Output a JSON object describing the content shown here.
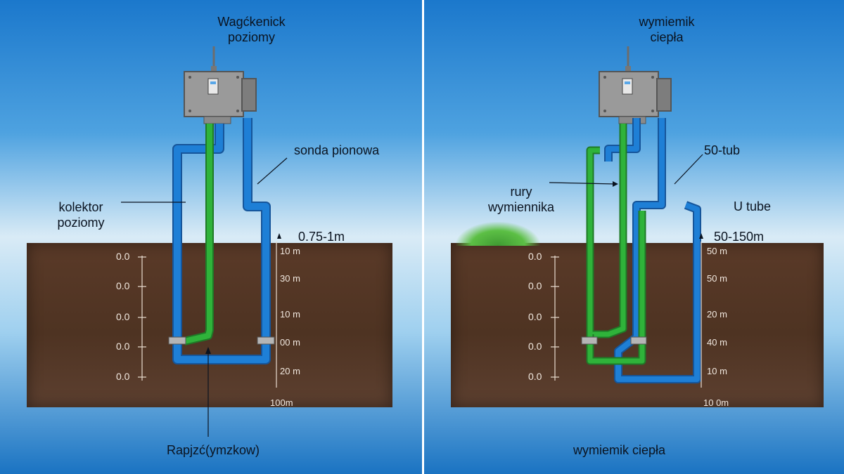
{
  "left": {
    "title_line1": "Wagćkenick",
    "title_line2": "poziomy",
    "label_sonda": "sonda pionowa",
    "label_kolektor_line1": "kolektor",
    "label_kolektor_line2": "poziomy",
    "label_depth_top": "0.75-1m",
    "bottom_label": "Rapjzć(ymzkow)",
    "scale_values": [
      "0.0",
      "0.0",
      "0.0",
      "0.0",
      "0.0"
    ],
    "depth_marks": [
      "10 m",
      "30 m",
      "10 m",
      "00 m",
      "20 m",
      "100m"
    ]
  },
  "right": {
    "title_line1": "wymiemik",
    "title_line2": "ciepła",
    "label_50tub": "50-tub",
    "label_rury_line1": "rury",
    "label_rury_line2": "wymiennika",
    "label_utube": "U tube",
    "label_depth_top": "50-150m",
    "bottom_label": "wymiemik ciepła",
    "scale_values": [
      "0.0",
      "0.0",
      "0.0",
      "0.0",
      "0.0"
    ],
    "depth_marks": [
      "50 m",
      "50 m",
      "20 m",
      "40 m",
      "10 m",
      "10 0m"
    ]
  },
  "colors": {
    "pipe_blue": "#1e7fd6",
    "pipe_green": "#2fb33a",
    "soil": "#4e3322",
    "unit_gray": "#8a8a8a"
  }
}
